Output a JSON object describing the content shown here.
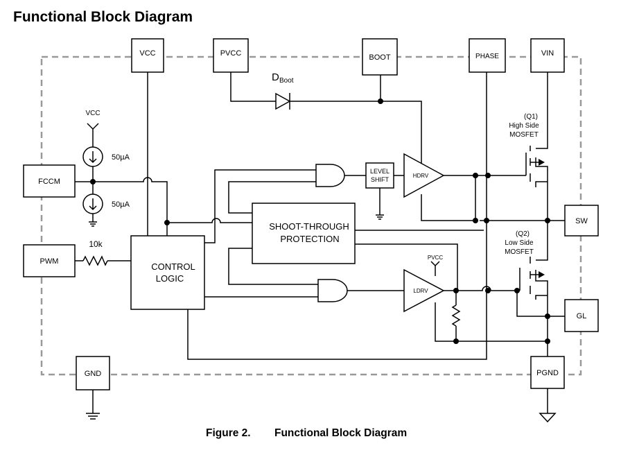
{
  "title": "Functional Block Diagram",
  "caption": {
    "number": "Figure 2.",
    "text": "Functional Block Diagram"
  },
  "pins": {
    "vcc": "VCC",
    "pvcc": "PVCC",
    "boot": "BOOT",
    "phase": "PHASE",
    "vin": "VIN",
    "fccm": "FCCM",
    "pwm": "PWM",
    "gnd": "GND",
    "sw": "SW",
    "gl": "GL",
    "pgnd": "PGND"
  },
  "blocks": {
    "control_logic": [
      "CONTROL",
      "LOGIC"
    ],
    "shoot_through": [
      "SHOOT-THROUGH",
      "PROTECTION"
    ],
    "level_shift": [
      "LEVEL",
      "SHIFT"
    ],
    "hdrv": "HDRV",
    "ldrv": "LDRV"
  },
  "labels": {
    "diode_main": "D",
    "diode_sub": "Boot",
    "vcc_supply": "VCC",
    "pvcc_supply": "PVCC",
    "current_top": "50µA",
    "current_bottom": "50µA",
    "resistor": "10k",
    "q1": [
      "(Q1)",
      "High Side",
      "MOSFET"
    ],
    "q2": [
      "(Q2)",
      "Low Side",
      "MOSFET"
    ]
  }
}
